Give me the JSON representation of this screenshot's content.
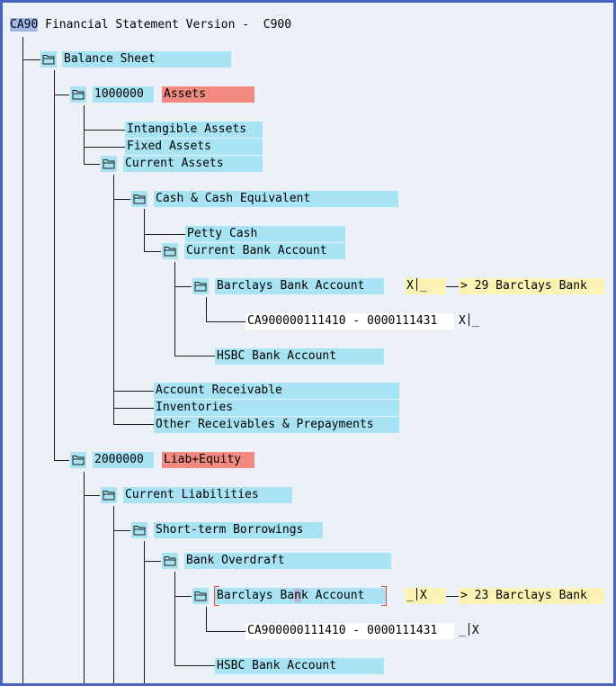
{
  "header": {
    "code": "CA90",
    "title": "Financial Statement Version -  C900"
  },
  "tree": {
    "balance_sheet": "Balance Sheet",
    "assets_number": "1000000",
    "assets_label": "Assets",
    "intangible_assets": "Intangible Assets",
    "fixed_assets": "Fixed Assets",
    "current_assets": "Current Assets",
    "cash_equivalent": "Cash & Cash Equivalent",
    "petty_cash": "Petty Cash",
    "current_bank_account": "Current Bank Account",
    "barclays_1": {
      "label": "Barclays Bank Account",
      "flag": "X",
      "blank": "_",
      "arrow_text": "> 29 Barclays Bank"
    },
    "account_range_1": {
      "text": "CA900000111410 - 0000111431",
      "flag": "X",
      "blank": "_"
    },
    "hsbc_1": "HSBC Bank Account",
    "account_receivable": "Account Receivable",
    "inventories": "Inventories",
    "other_receivables": "Other Receivables & Prepayments",
    "liab_number": "2000000",
    "liab_label": "Liab+Equity",
    "current_liabilities": "Current Liabilities",
    "short_term_borrowings": "Short-term Borrowings",
    "bank_overdraft": "Bank Overdraft",
    "barclays_2": {
      "label_pre": "Barclays Ba",
      "label_hl": "n",
      "label_post": "k Account",
      "blank": "_",
      "flag": "X",
      "arrow_text": "> 23 Barclays Bank"
    },
    "account_range_2": {
      "text": "CA900000111410 - 0000111431",
      "blank": "_",
      "flag": "X"
    },
    "hsbc_2": "HSBC Bank Account"
  },
  "colors": {
    "node": "#a7e3f3",
    "category": "#f18a80",
    "flag": "#fbf3b4",
    "frame": "#4a62c0"
  }
}
